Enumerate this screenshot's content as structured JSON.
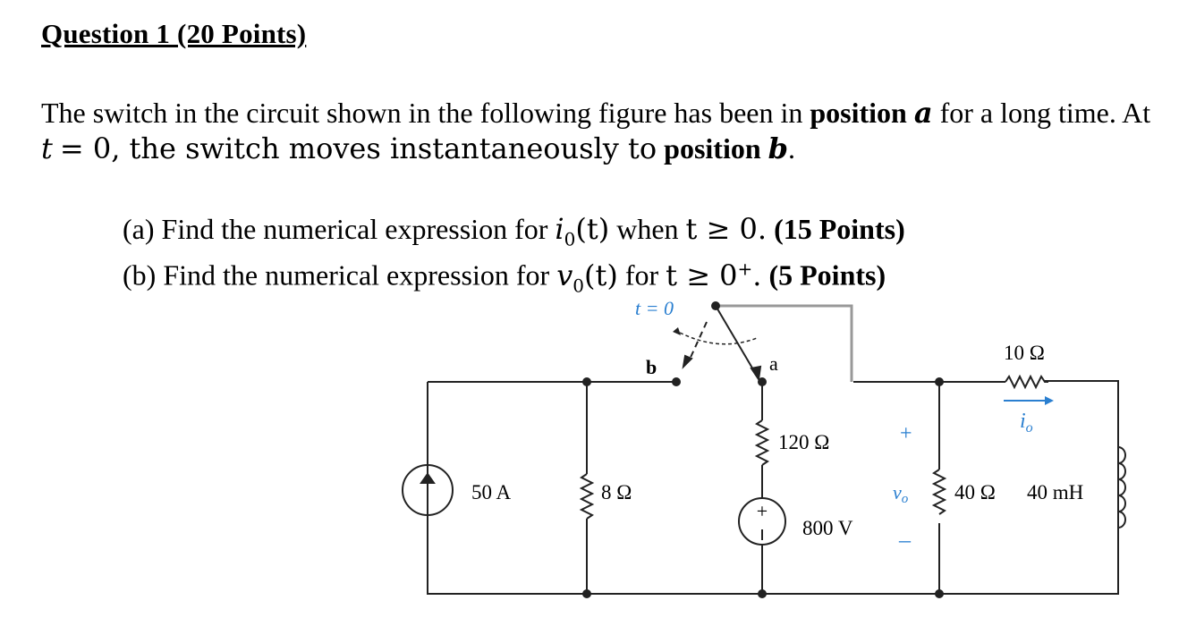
{
  "title": "Question 1 (20 Points)",
  "intro": {
    "part1": "The switch in the circuit shown in the following figure has been in",
    "pos_a_word": "position",
    "pos_a_var": "a",
    "part2": "for a long time. At",
    "t_var": "t",
    "eq": "= 0, the switch moves instantaneously to",
    "pos_b_word": "position",
    "pos_b_var": "b",
    "end": "."
  },
  "questions": [
    {
      "label": "(a)",
      "text1": "Find the numerical expression for",
      "fn": "i",
      "sub": "0",
      "arg": "(t)",
      "text2": "when",
      "cond": "t  ≥ 0.",
      "points": "(15 Points)"
    },
    {
      "label": "(b)",
      "text1": "Find the numerical expression for",
      "fn": "v",
      "sub": "0",
      "arg": "(t)",
      "text2": "for",
      "cond": "t  ≥  0",
      "sup": "+",
      "cond_end": ".",
      "points": "(5 Points)"
    }
  ],
  "circuit": {
    "switch_time": "t = 0",
    "switch_b": "b",
    "switch_a": "a",
    "current_source": "50 A",
    "r8": "8 Ω",
    "r120": "120 Ω",
    "voltage_source": "800 V",
    "r10": "10 Ω",
    "r40": "40 Ω",
    "inductor": "40 mH",
    "io_label": "i",
    "io_sub": "o",
    "vo_label": "v",
    "vo_sub": "o",
    "plus": "+",
    "minus": "–",
    "accent_color": "#2a7fd0"
  }
}
